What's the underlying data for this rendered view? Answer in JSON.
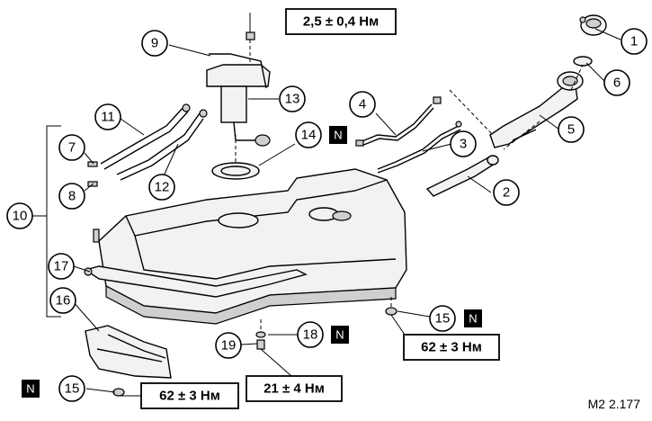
{
  "callouts": [
    "1",
    "2",
    "3",
    "4",
    "5",
    "6",
    "7",
    "8",
    "9",
    "10",
    "11",
    "12",
    "13",
    "14",
    "15",
    "16",
    "17",
    "18",
    "19"
  ],
  "torques": {
    "t_top": "2,5 ± 0,4 Нм",
    "t_right": "62 ± 3 Нм",
    "t_bottom_left": "62 ± 3 Нм",
    "t_bottom_mid": "21 ± 4 Нм"
  },
  "badge_letter": "N",
  "figure_id": "M2 2.177"
}
